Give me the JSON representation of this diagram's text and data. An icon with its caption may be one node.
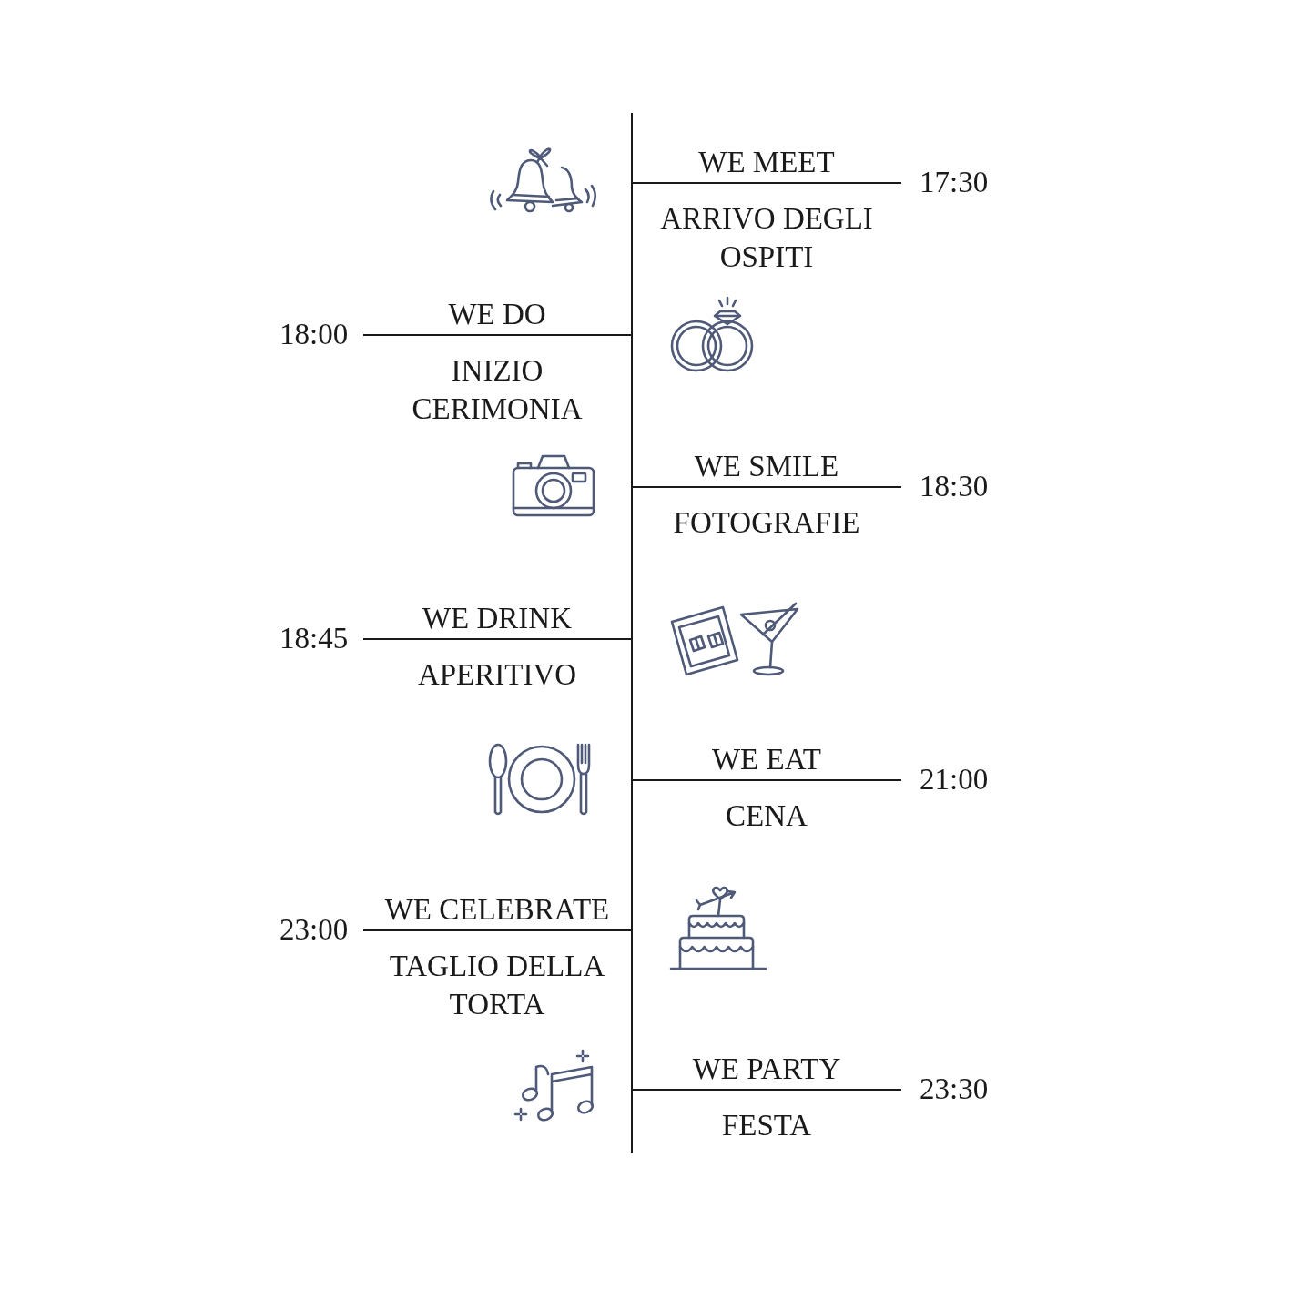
{
  "diagram": {
    "labels": [
      "WE MEET",
      "17:30",
      "ARRIVO DEGLI OSPITI",
      "18:00",
      "WE DO",
      "INIZIO CERIMONIA",
      "WE SMILE",
      "18:30",
      "FOTOGRAFIE",
      "18:45",
      "WE DRINK",
      "APERITIVO",
      "WE EAT",
      "21:00",
      "CENA",
      "23:00",
      "WE CELEBRATE",
      "TAGLIO DELLA TORTA",
      "WE PARTY",
      "23:30",
      "FESTA"
    ]
  }
}
